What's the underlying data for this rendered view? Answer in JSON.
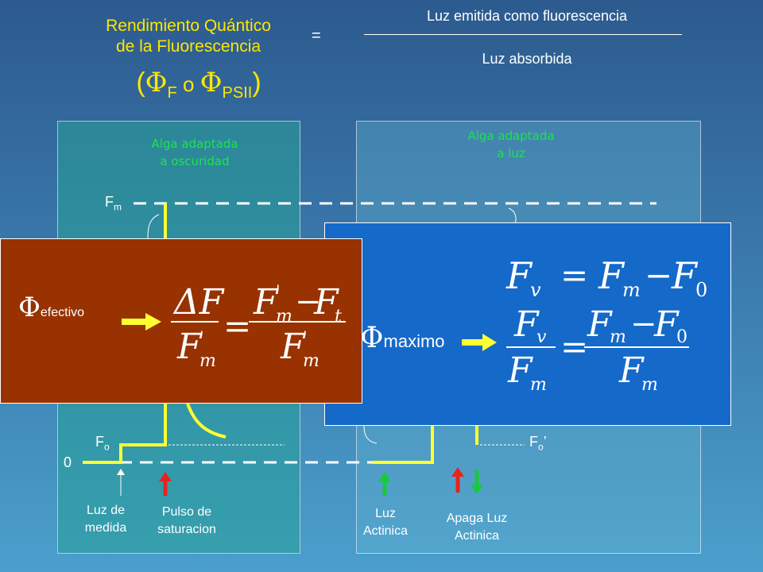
{
  "header": {
    "title_line1": "Rendimiento Quántico",
    "title_line2": "de la Fluorescencia",
    "symbol_open": "(",
    "symbol_phi1": "Φ",
    "symbol_f": "F",
    "symbol_o": " o ",
    "symbol_phi2": "Φ",
    "symbol_psii": "PSII",
    "symbol_close": ")",
    "equals": "=",
    "numerator": "Luz emitida como fluorescencia",
    "denominator": "Luz absorbida"
  },
  "left_panel": {
    "title_line1": "Alga adaptada",
    "title_line2": "a oscuridad",
    "label_fm": "F",
    "label_fm_sub": "m",
    "label_fo": "F",
    "label_fo_sub": "o",
    "label_zero": "0",
    "luz_medida_line1": "Luz de",
    "luz_medida_line2": "medida",
    "pulso_line1": "Pulso de",
    "pulso_line2": "saturacion"
  },
  "right_panel": {
    "title_line1": "Alga adaptada",
    "title_line2": "a luz",
    "label_fo_prime": "F",
    "label_fo_prime_sub": "o",
    "label_fo_prime_mark": "’",
    "luz_actinica_line1": "Luz",
    "luz_actinica_line2": "Actinica",
    "apaga_line1": "Apaga Luz",
    "apaga_line2": "Actinica"
  },
  "efectivo_box": {
    "phi": "Φ",
    "sub": "efectivo",
    "delta_f": "ΔF",
    "f": "F",
    "m": "m",
    "prime": "'",
    "eq": "=",
    "minus": "−",
    "t": "t"
  },
  "maximo_box": {
    "phi": "Φ",
    "sub": "maximo",
    "f": "F",
    "v": "v",
    "m": "m",
    "zero": "0",
    "eq": "=",
    "minus": "−"
  },
  "colors": {
    "title": "#ffe600",
    "green_label": "#19e64b",
    "trace": "#ffff33",
    "brown_box": "#983200",
    "blue_box": "#1569c8",
    "arrow_red": "#e8231c",
    "arrow_green": "#19c83c"
  }
}
